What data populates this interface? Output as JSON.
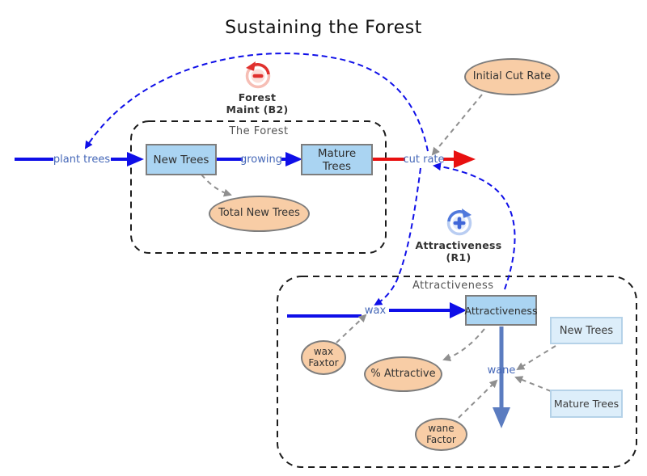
{
  "title": "Sustaining the Forest",
  "groups": {
    "forest": {
      "label": "The Forest"
    },
    "attractiveness": {
      "label": "Attractiveness"
    }
  },
  "loops": {
    "b2": {
      "line1": "Forest",
      "line2": "Maint (B2)"
    },
    "r1": {
      "line1": "Attractiveness",
      "line2": "(R1)"
    }
  },
  "stocks": {
    "new_trees": {
      "label": "New Trees"
    },
    "mature_trees": {
      "label": "Mature Trees"
    },
    "attractiveness": {
      "label": "Attractiveness"
    }
  },
  "ghosts": {
    "new_trees": {
      "label": "New Trees"
    },
    "mature_trees": {
      "label": "Mature Trees"
    }
  },
  "auxiliaries": {
    "initial_cut_rate": {
      "label": "Initial Cut Rate"
    },
    "total_new_trees": {
      "label": "Total New Trees"
    },
    "wax_factor": {
      "line1": "wax",
      "line2": "Faxtor"
    },
    "pct_attractive": {
      "label": "% Attractive"
    },
    "wane_factor": {
      "line1": "wane",
      "line2": "Factor"
    }
  },
  "flows": {
    "plant_trees": {
      "label": "plant trees"
    },
    "growing": {
      "label": "growing"
    },
    "cut_rate": {
      "label": "cut rate"
    },
    "wax": {
      "label": "wax"
    },
    "wane": {
      "label": "wane"
    }
  },
  "colors": {
    "flow_blue": "#0f0fe8",
    "flow_red": "#e81010",
    "flow_wane_slate": "#5b7cc0",
    "flow_label_blue": "#4668b8",
    "stock_fill": "#aad4f2",
    "stock_border": "#7d7d7d",
    "ghost_fill": "#ddeefa",
    "ghost_border": "#b5d2e8",
    "aux_fill": "#f8cda6",
    "link_gray": "#8f8f8f",
    "loop_b2_red": "#e0312e",
    "loop_r1_blue": "#4f78dc"
  }
}
